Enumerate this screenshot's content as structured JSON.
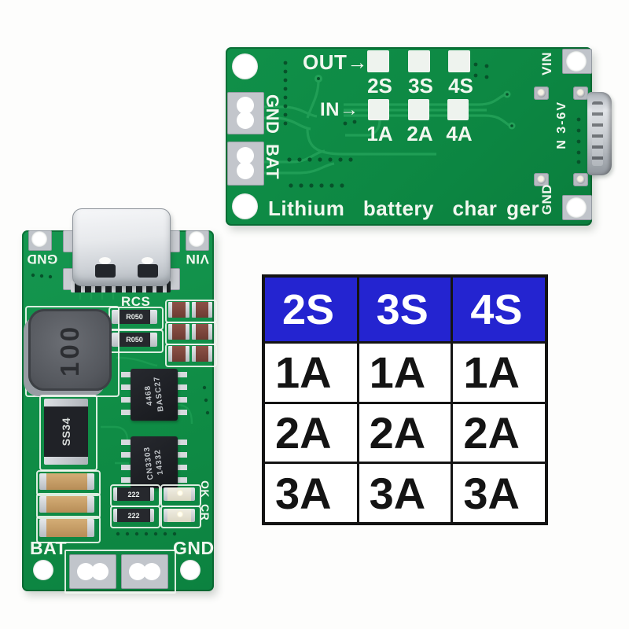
{
  "board_top": {
    "out_label": "OUT→",
    "out_pads": [
      "2S",
      "3S",
      "4S"
    ],
    "in_label": "IN→",
    "in_pads": [
      "1A",
      "2A",
      "4A"
    ],
    "terminal_gnd": "GND",
    "terminal_bat": "BAT",
    "right_vin": "VIN",
    "right_input_range": "N 3-6V",
    "right_gnd": "GND",
    "bottom_text": "Lithium  battery  char ger"
  },
  "board_left": {
    "top_gnd": "GND",
    "top_vin": "VIN",
    "rcs": "RCS",
    "shunt_r1": "R050",
    "shunt_r2": "R050",
    "inductor_marking": "100",
    "diode_marking": "SS34",
    "ic1_line1": "4468",
    "ic1_line2": "BASC27",
    "ic2_line1": "CN3303",
    "ic2_line2": "14332",
    "small_res_1": "222",
    "small_res_2": "222",
    "led_ok": "OK",
    "led_cr": "CR",
    "bottom_bat": "BAT",
    "bottom_gnd": "GND"
  },
  "spec_table": {
    "headers": [
      "2S",
      "3S",
      "4S"
    ],
    "rows": [
      [
        "1A",
        "1A",
        "1A"
      ],
      [
        "2A",
        "2A",
        "2A"
      ],
      [
        "3A",
        "3A",
        "3A"
      ]
    ]
  },
  "colors": {
    "pcb_green": "#0d8843",
    "trace_green": "#23a158",
    "silkscreen_white": "#f1f7ef",
    "table_header_blue": "#2424d0",
    "table_text_black": "#141414"
  }
}
